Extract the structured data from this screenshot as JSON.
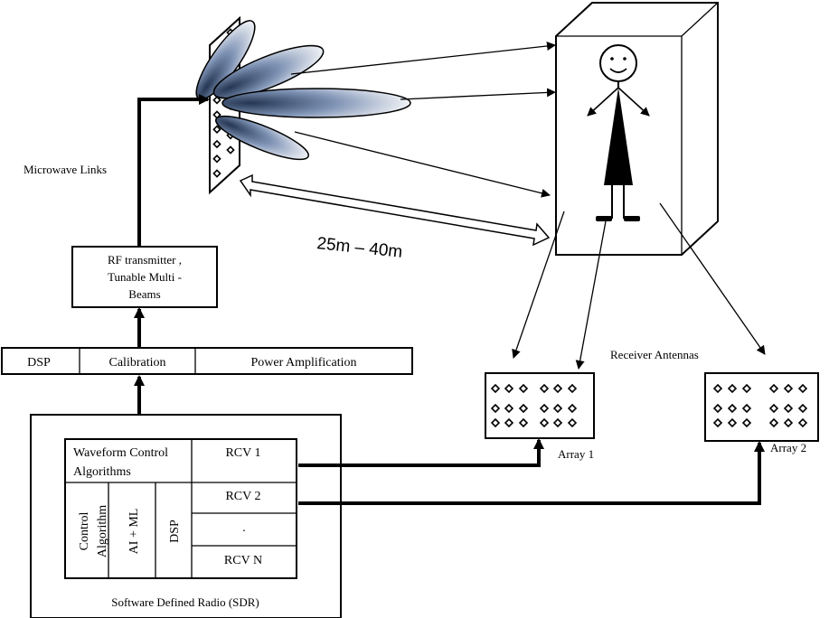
{
  "labels": {
    "microwave_links": "Microwave Links",
    "distance": "25m – 40m",
    "rf_line1": "RF transmitter ,",
    "rf_line2": "Tunable Multi -",
    "rf_line3": "Beams",
    "dsp": "DSP",
    "calibration": "Calibration",
    "power_amplification": "Power Amplification",
    "receiver_antennas": "Receiver Antennas",
    "array1": "Array 1",
    "array2": "Array 2",
    "waveform_line1": "Waveform Control",
    "waveform_line2": "Algorithms",
    "rcv1": "RCV 1",
    "rcv2": "RCV 2",
    "rcv_dots": ".",
    "rcvn": "RCV N",
    "control_line1": "Control",
    "control_line2": "Algorithm",
    "ai_ml": "AI + ML",
    "dsp_vertical": "DSP",
    "sdr": "Software Defined Radio (SDR)"
  },
  "colors": {
    "line": "#000000",
    "beam_dark": "#3b4f6e",
    "beam_light": "#ffffff"
  },
  "icons": {
    "panel_element": "diamond-element-icon",
    "person": "stick-figure-icon"
  }
}
